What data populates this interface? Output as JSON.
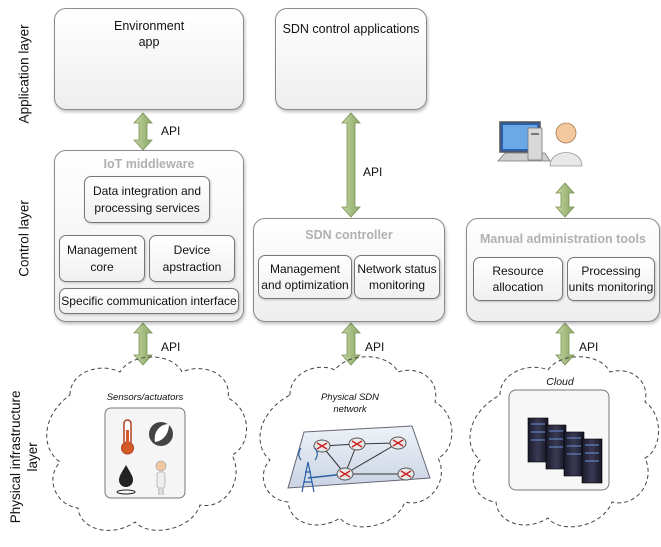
{
  "layers": {
    "application": "Application layer",
    "control": "Control layer",
    "physical": "Physical infrastructure layer"
  },
  "environment_app": {
    "title": "Environment app",
    "icon": "leaf-icon"
  },
  "sdn_apps": {
    "title": "SDN control applications",
    "icon": "sdn-app-icon"
  },
  "iot_middleware": {
    "title": "IoT middleware",
    "data_integration": "Data integration and processing services",
    "management_core": "Management core",
    "device_abstraction": "Device apstraction",
    "comm_interface": "Specific communication interface"
  },
  "sdn_controller": {
    "title": "SDN controller",
    "management": "Management and optimization",
    "network_status": "Network status monitoring"
  },
  "manual_tools": {
    "title": "Manual administration tools",
    "resource_allocation": "Resource allocation",
    "processing_units": "Processing units monitoring"
  },
  "api_label": "API",
  "sensors_caption": "Sensors/actuators",
  "sdn_network_caption": "Physical SDN network",
  "cloud_caption": "Cloud",
  "colors": {
    "arrow": "#a6bd82",
    "arrow_stroke": "#7a9356",
    "title_grey": "#b0b0b0"
  }
}
